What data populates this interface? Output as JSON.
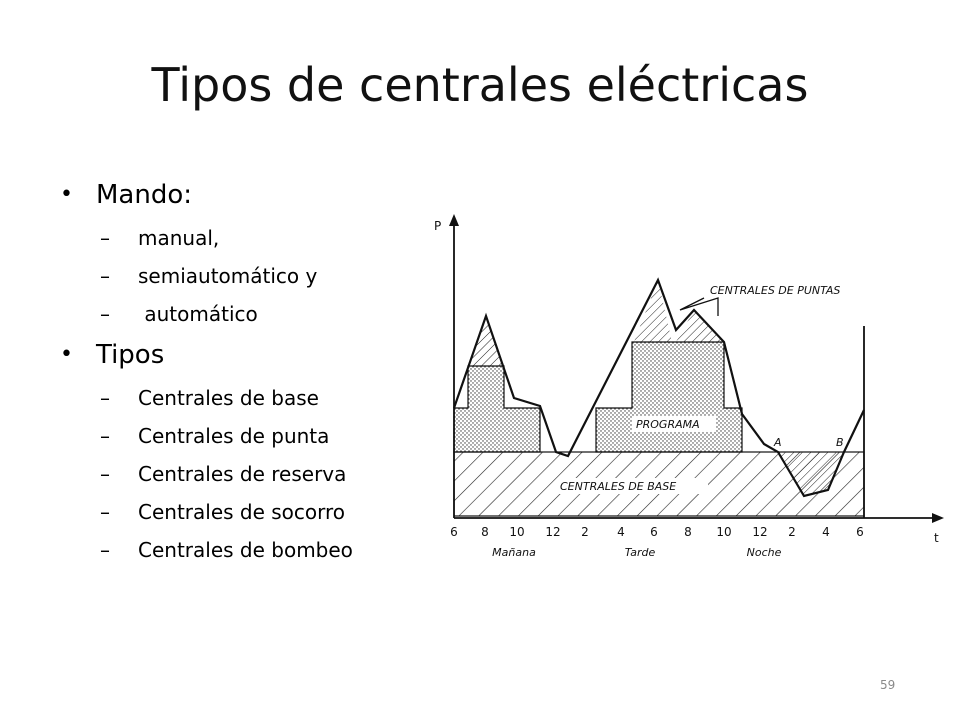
{
  "title": "Tipos de centrales eléctricas",
  "bullets": [
    {
      "label": "Mando:",
      "subitems": [
        "manual,",
        "semiautomático y",
        " automático"
      ]
    },
    {
      "label": "Tipos",
      "subitems": [
        "Centrales de base",
        "Centrales de punta",
        "Centrales de reserva",
        "Centrales de socorro",
        "Centrales de bombeo"
      ]
    }
  ],
  "diagram": {
    "y_axis_label": "P",
    "x_axis_label": "t",
    "ticks": [
      "6",
      "8",
      "10",
      "12",
      "2",
      "4",
      "6",
      "8",
      "10",
      "12",
      "2",
      "4",
      "6"
    ],
    "periods": [
      "Mañana",
      "Tarde",
      "Noche"
    ],
    "labels": {
      "peaks": "CENTRALES DE PUNTAS",
      "program": "PROGRAMA",
      "base": "CENTRALES DE BASE",
      "point_a": "A",
      "point_b": "B"
    }
  },
  "slide_number": "59"
}
